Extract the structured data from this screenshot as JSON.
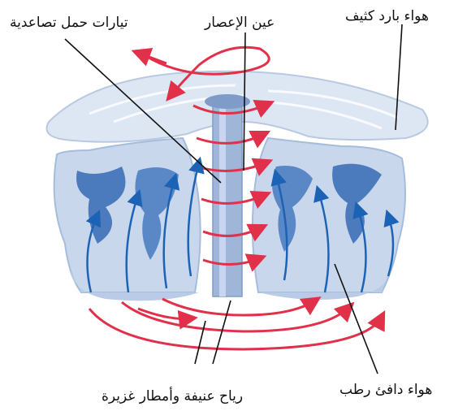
{
  "labels": {
    "updraft_currents": "تيارات حمل تصاعدية",
    "eye": "عين الإعصار",
    "cold_dense_air": "هواء بارد كثيف",
    "warm_moist_air": "هواء دافئ رطب",
    "winds_rain": "رياح عنيفة وأمطار غزيرة"
  },
  "colors": {
    "cloud_light": "#cfdcee",
    "cloud_mid": "#9fb8dc",
    "cloud_dark": "#3f6fb0",
    "wind_arrow": "#e0304a",
    "updraft_arrow": "#1d63b5",
    "eye_column": "#9fb6d8"
  }
}
